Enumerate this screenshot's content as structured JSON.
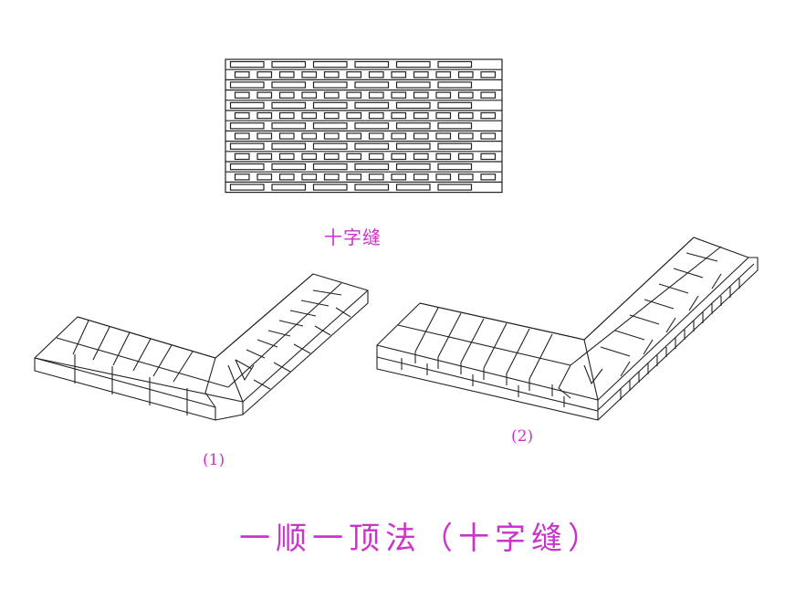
{
  "labels": {
    "elevation": "十字缝",
    "figure_1": "(1)",
    "figure_2": "(2)",
    "title": "一顺一顶法（十字缝）"
  },
  "colors": {
    "line": "#222222",
    "label": "#cc33cc",
    "background": "#ffffff"
  }
}
